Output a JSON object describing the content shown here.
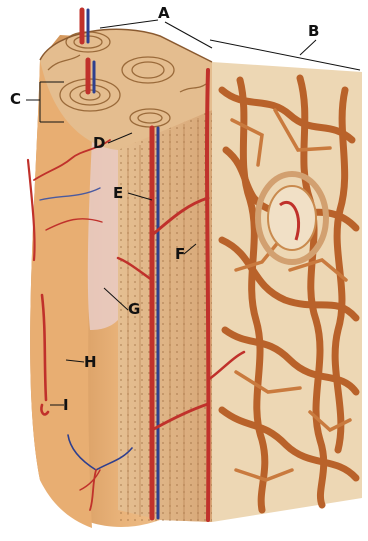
{
  "labels": {
    "a": "A",
    "b": "B",
    "c": "C",
    "d": "D",
    "e": "E",
    "f": "F",
    "g": "G",
    "h": "H",
    "i": "I"
  },
  "colors": {
    "compact_bone": "#dcae7c",
    "spongy_bone": "#b9622a",
    "spongy_background": "#edd7b4",
    "periosteum": "#e8ae72",
    "blood_vessel_artery": "#c0312b",
    "blood_vessel_vein": "#2e3f8f",
    "ring_lines": "#9a6a3a"
  }
}
